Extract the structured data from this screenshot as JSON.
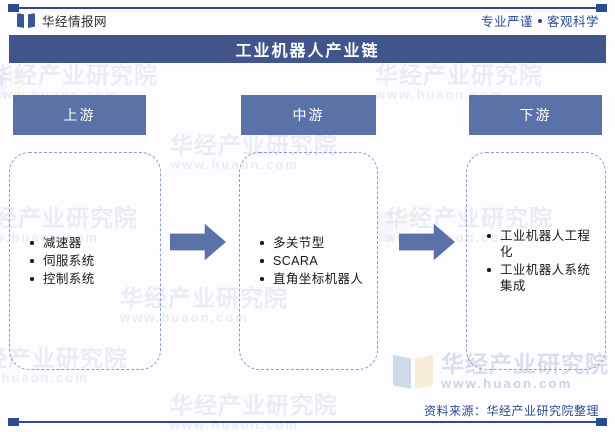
{
  "header": {
    "brand_name": "华经情报网",
    "brand_logo_icon": "book-logo-icon",
    "tagline_left": "专业严谨",
    "tagline_separator": "●",
    "tagline_right": "客观科学"
  },
  "title": {
    "text": "工业机器人产业链"
  },
  "diagram": {
    "stages": [
      {
        "head_label": "上游",
        "items": [
          "减速器",
          "伺服系统",
          "控制系统"
        ]
      },
      {
        "head_label": "中游",
        "items": [
          "多关节型",
          "SCARA",
          "直角坐标机器人"
        ]
      },
      {
        "head_label": "下游",
        "items": [
          "工业机器人工程化",
          "工业机器人系统集成"
        ]
      }
    ],
    "arrows": [
      "arrow-right-icon",
      "arrow-right-icon"
    ]
  },
  "watermark": {
    "company": "华经产业研究院",
    "url": "www.huaon.com",
    "logo_icon": "book-logo-icon"
  },
  "footer": {
    "source": "资料来源：华经产业研究院整理"
  },
  "colors": {
    "title_bar": "#41558c",
    "stage_head": "#5b72a8",
    "arrow": "#5b72a8",
    "card_border": "#8a9cc8",
    "rule": "#2b4b8f",
    "accent_text": "#2b4b8f"
  }
}
